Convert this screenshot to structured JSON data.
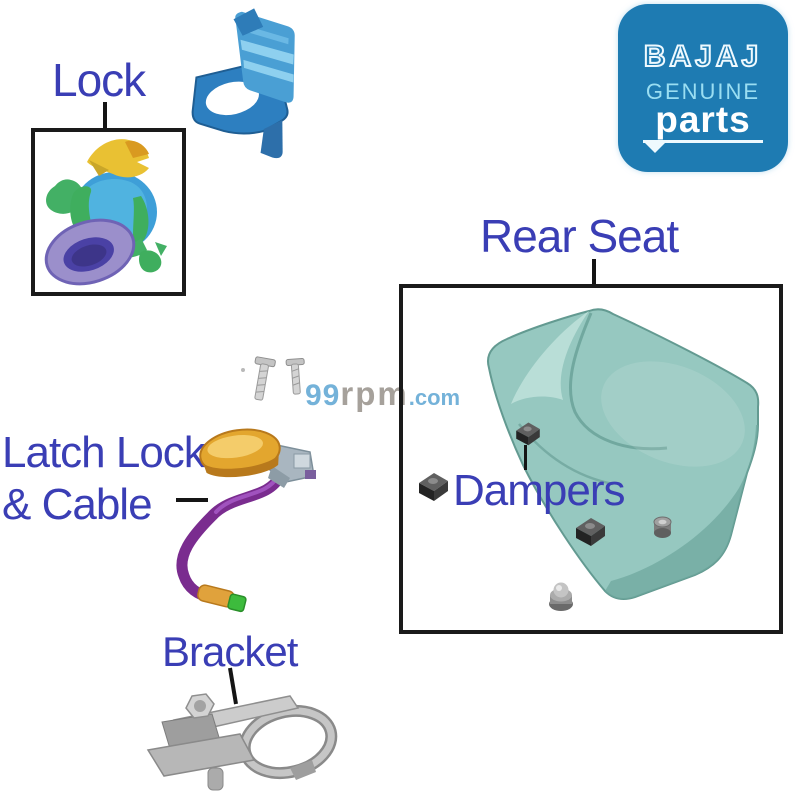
{
  "labels": {
    "lock": "Lock",
    "rear_seat": "Rear Seat",
    "latch_line1": "Latch Lock",
    "latch_line2": "& Cable",
    "dampers": "Dampers",
    "bracket": "Bracket"
  },
  "brand_badge": {
    "brand": "BAJAJ",
    "genuine": "GENUINE",
    "parts": "parts"
  },
  "watermark": {
    "num": "99",
    "rpm": "rpm",
    "dotcom": ".com"
  },
  "colors": {
    "label_text": "#3a3eb5",
    "callout_line": "#151515",
    "box_border": "#1a1a1a",
    "badge_background": "#1e7bb2",
    "badge_genuine_text": "#9adef2",
    "badge_text": "#ffffff",
    "watermark_blue": "#74b2d9",
    "watermark_grey": "#a6a19b",
    "seat": "#96c8c0",
    "cable": "#7a2c8f",
    "latch_gold": "#e3a62e",
    "lock_ring_purple": "#9b8fcb",
    "cover_blue": "#4a9fd4",
    "damper_dark": "#232323",
    "bracket_grey": "#b7b7b7"
  },
  "parts": {
    "lock_image": "seat-lock-render",
    "lock_cover_image": "blue-lock-cover",
    "latch_image": "latch-lock-with-purple-cable",
    "screws_image": "two-mounting-screws",
    "seat_image": "rear-seat-cushion",
    "damper_block_image": "rubber-damper-block",
    "damper_nut_image": "damper-nut",
    "damper_dome_nut_image": "damper-dome-nut",
    "bracket_image": "seat-bracket"
  }
}
